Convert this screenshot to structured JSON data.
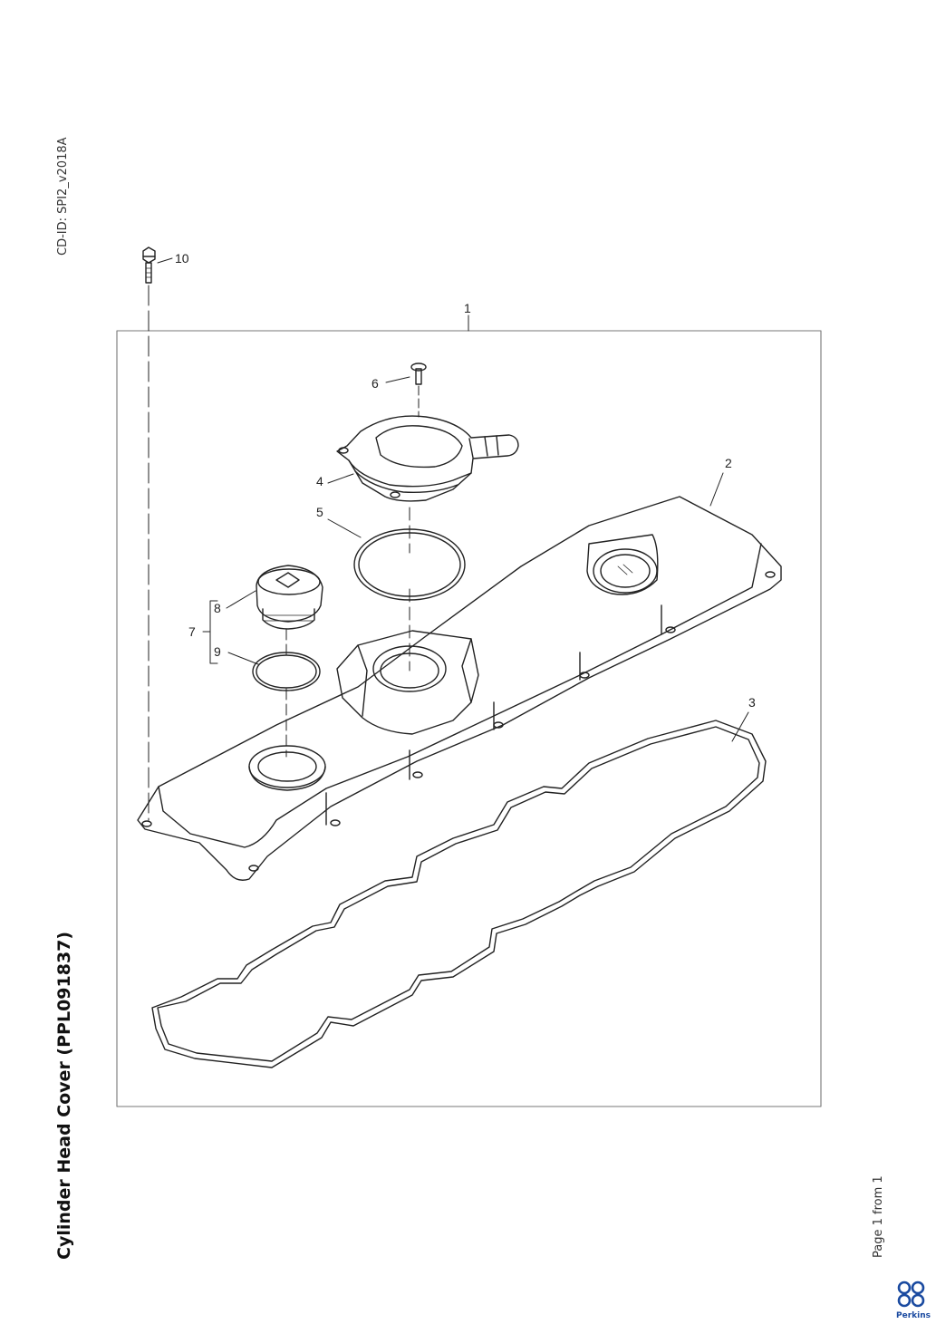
{
  "document": {
    "cd_id": "CD-ID: SPI2_v2018A",
    "title": "Cylinder Head Cover (PPL091837)",
    "page_indicator": "Page 1 from 1",
    "brand": "Perkins"
  },
  "diagram": {
    "callouts": [
      "1",
      "2",
      "3",
      "4",
      "5",
      "6",
      "7",
      "8",
      "9",
      "10"
    ],
    "line_color": "#222222",
    "frame_color": "#666666"
  }
}
